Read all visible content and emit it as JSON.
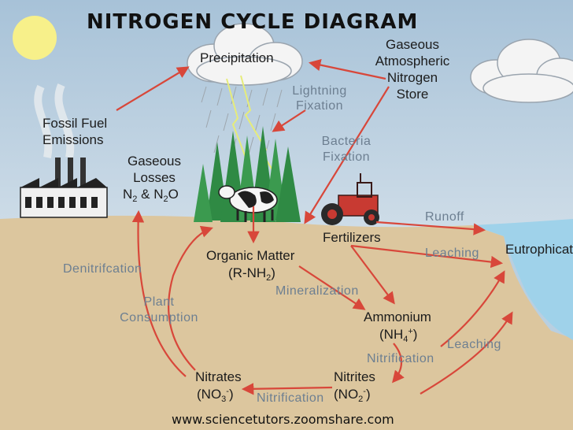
{
  "title": "NITROGEN CYCLE DIAGRAM",
  "footer": "www.sciencetutors.zoomshare.com",
  "colors": {
    "sky": "#b9cfe0",
    "ground": "#dcc69e",
    "water": "#9fd2ea",
    "arrow": "#d8473a",
    "sun": "#f7f08a",
    "tree": "#2f8a44",
    "flow_text": "#6d7f91"
  },
  "icons": [
    "sun-icon",
    "cloud-icon",
    "factory-icon",
    "tree-icon",
    "cow-icon",
    "tractor-icon",
    "lightning-icon"
  ],
  "labels": {
    "precipitation": "Precipitation",
    "atmospheric_1": "Gaseous",
    "atmospheric_2": "Atmospheric",
    "atmospheric_3": "Nitrogen",
    "atmospheric_4": "Store",
    "lightning_1": "Lightning",
    "lightning_2": "Fixation",
    "fossil_1": "Fossil Fuel",
    "fossil_2": "Emissions",
    "gaseous_losses_1": "Gaseous",
    "gaseous_losses_2": "Losses",
    "gaseous_losses_n2": "N",
    "gaseous_losses_sub2": "2",
    "gaseous_losses_amp": " & N",
    "gaseous_losses_sub2b": "2",
    "gaseous_losses_o": "O",
    "bacteria_1": "Bacteria",
    "bacteria_2": "Fixation",
    "runoff": "Runoff",
    "fertilizers": "Fertilizers",
    "leaching_top": "Leaching",
    "eutrophication": "Eutrophication",
    "denitrification": "Denitrifcation",
    "organic_matter": "Organic Matter",
    "organic_formula_a": "(R-NH",
    "organic_formula_sub": "2",
    "organic_formula_b": ")",
    "mineralization": "Mineralization",
    "plant_1": "Plant",
    "plant_2": "Consumption",
    "ammonium": "Ammonium",
    "ammonium_a": "(NH",
    "ammonium_sub": "4",
    "ammonium_sup": "+",
    "ammonium_b": ")",
    "leaching_right": "Leaching",
    "nitrification_right": "Nitrification",
    "nitrites": "Nitrites",
    "nitrites_a": "(NO",
    "nitrites_sub": "2",
    "nitrites_sup": "-",
    "nitrites_b": ")",
    "nitrification_bottom": "Nitrification",
    "nitrates": "Nitrates",
    "nitrates_a": "(NO",
    "nitrates_sub": "3",
    "nitrates_sup": "-",
    "nitrates_b": ")"
  }
}
